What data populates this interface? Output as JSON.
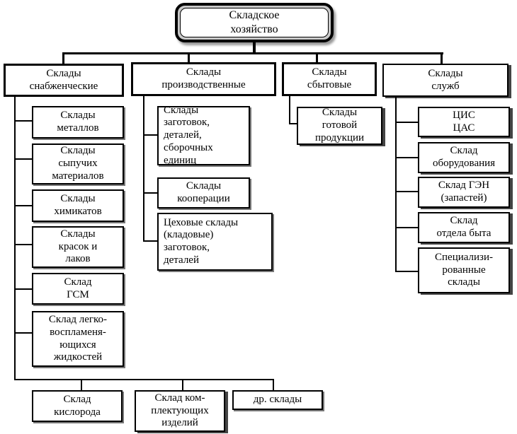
{
  "colors": {
    "line": "#000000",
    "box_background": "#ffffff",
    "shadow": "#555555",
    "root_ring": "#c9c9c9"
  },
  "nodes": {
    "root": "Складское\nхозяйство",
    "b1": "Склады\nснабженческие",
    "b2": "Склады\nпроизводственные",
    "b3": "Склады\nсбытовые",
    "b4": "Склады\nслужб",
    "c1": [
      "Склады\nметаллов",
      "Склады\nсыпучих\nматериалов",
      "Склады\nхимикатов",
      "Склады\nкрасок и\nлаков",
      "Склад\nГСМ",
      "Склад легко-\nвоспламеня-\nющихся\nжидкостей"
    ],
    "c2": [
      "Склады\nзаготовок,\nдеталей,\nсборочных\nединиц",
      "Склады\nкооперации",
      "Цеховые склады\n(кладовые)\nзаготовок,\nдеталей"
    ],
    "c3": [
      "Склады\nготовой\nпродукции"
    ],
    "c4": [
      "ЦИС\nЦАС",
      "Склад\nоборудования",
      "Склад ГЭН\n(запастей)",
      "Склад\nотдела быта",
      "Специализи-\nрованные\nсклады"
    ],
    "bottom": [
      "Склад\nкислорода",
      "Склад ком-\nплектующих\nизделий",
      "др. склады"
    ]
  }
}
